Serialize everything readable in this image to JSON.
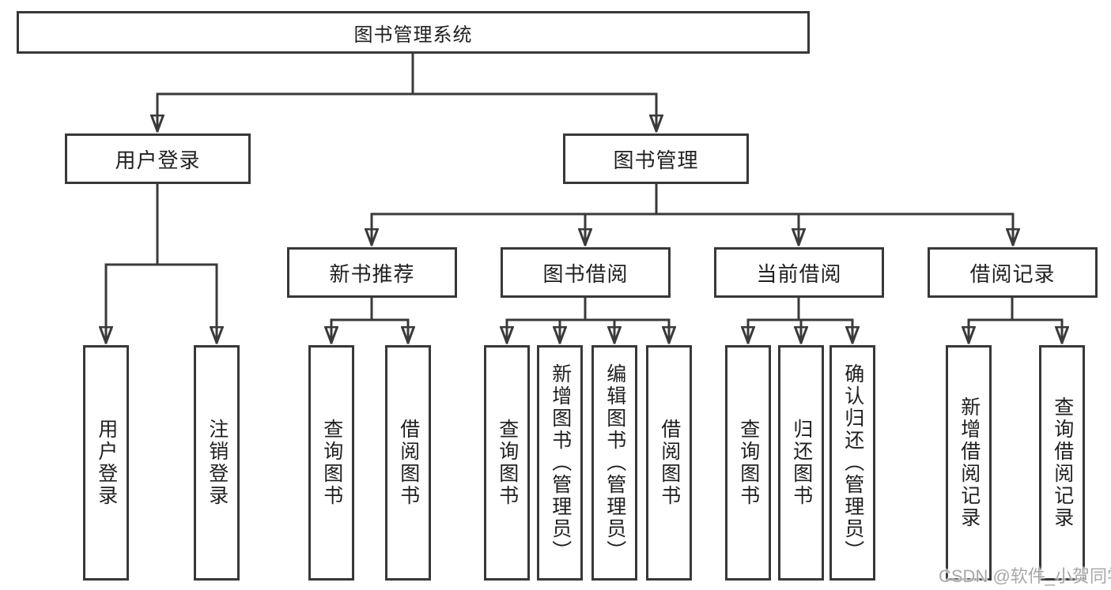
{
  "diagram": {
    "root": {
      "label": "图书管理系统"
    },
    "branches": [
      {
        "label": "用户登录",
        "children": [
          {
            "label": "用户登录"
          },
          {
            "label": "注销登录"
          }
        ]
      },
      {
        "label": "图书管理",
        "children": [
          {
            "label": "新书推荐",
            "children": [
              {
                "label": "查询图书"
              },
              {
                "label": "借阅图书"
              }
            ]
          },
          {
            "label": "图书借阅",
            "children": [
              {
                "label": "查询图书"
              },
              {
                "label": "新增图书（管理员）"
              },
              {
                "label": "编辑图书（管理员）"
              },
              {
                "label": "借阅图书"
              }
            ]
          },
          {
            "label": "当前借阅",
            "children": [
              {
                "label": "查询图书"
              },
              {
                "label": "归还图书"
              },
              {
                "label": "确认归还（管理员）"
              }
            ]
          },
          {
            "label": "借阅记录",
            "children": [
              {
                "label": "新增借阅记录"
              },
              {
                "label": "查询借阅记录"
              }
            ]
          }
        ]
      }
    ]
  },
  "watermark": {
    "text": "CSDN @软件_小贺同学"
  },
  "colors": {
    "line": "#3a3a3a",
    "border": "#383838",
    "text": "#1f1f1f",
    "watermark": "#a8a8a8",
    "background": "#ffffff"
  }
}
